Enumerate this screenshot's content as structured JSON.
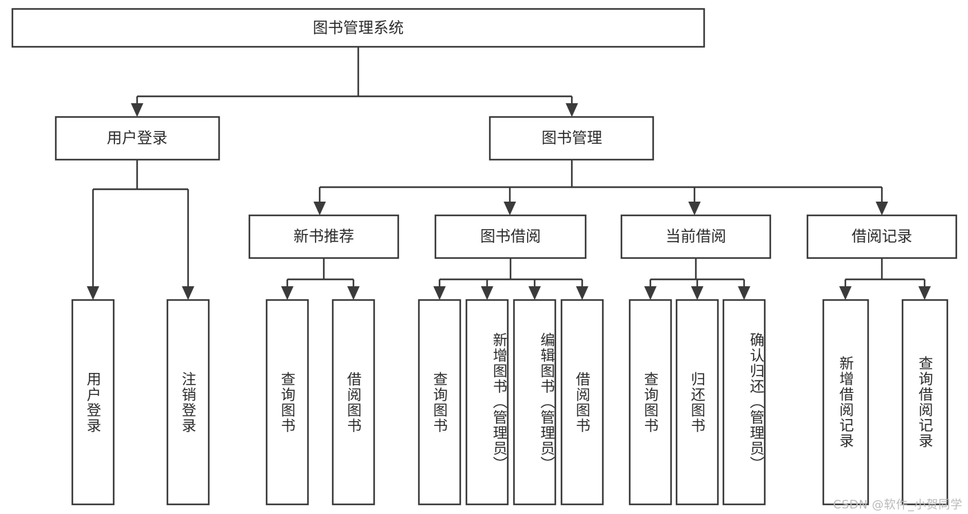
{
  "diagram": {
    "type": "tree",
    "title": "图书管理系统",
    "colors": {
      "stroke": "#3b3b3b",
      "box_fill": "#ffffff",
      "text": "#2b2b2b",
      "background": "#ffffff",
      "watermark": "#b9b9b9"
    },
    "root": {
      "label": "图书管理系统"
    },
    "level2": [
      {
        "label": "用户登录"
      },
      {
        "label": "图书管理"
      }
    ],
    "level3": [
      {
        "label": "新书推荐"
      },
      {
        "label": "图书借阅"
      },
      {
        "label": "当前借阅"
      },
      {
        "label": "借阅记录"
      }
    ],
    "leaves": {
      "user_login": [
        {
          "label": "用户登录"
        },
        {
          "label": "注销登录"
        }
      ],
      "new_book_recommend": [
        {
          "label": "查询图书"
        },
        {
          "label": "借阅图书"
        }
      ],
      "book_borrow": [
        {
          "label": "查询图书"
        },
        {
          "label": "新增图书（管理员）"
        },
        {
          "label": "编辑图书（管理员）"
        },
        {
          "label": "借阅图书"
        }
      ],
      "current_borrow": [
        {
          "label": "查询图书"
        },
        {
          "label": "归还图书"
        },
        {
          "label": "确认归还（管理员）"
        }
      ],
      "borrow_record": [
        {
          "label": "新增借阅记录"
        },
        {
          "label": "查询借阅记录"
        }
      ]
    }
  },
  "watermark": {
    "text": "CSDN @软件_小贺同学"
  }
}
